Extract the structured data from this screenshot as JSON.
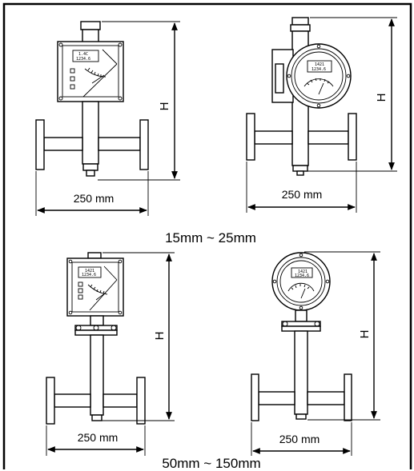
{
  "top_section": {
    "left_width_label": "250 mm",
    "right_width_label": "250 mm",
    "left_height_label": "H",
    "right_height_label": "H",
    "caption": "15mm ~ 25mm"
  },
  "bottom_section": {
    "left_width_label": "250 mm",
    "right_width_label": "250 mm",
    "left_height_label": "H",
    "right_height_label": "H",
    "caption": "50mm ~ 150mm"
  }
}
